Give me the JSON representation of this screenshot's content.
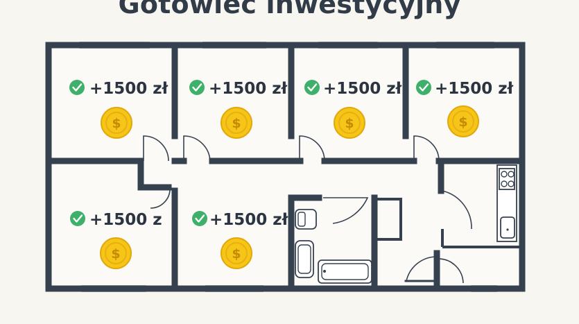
{
  "title": "Gotowiec inwestycyjny",
  "rooms": [
    {
      "income": "+1500 zł",
      "coin_symbol": "$"
    },
    {
      "income": "+1500 zł",
      "coin_symbol": "$"
    },
    {
      "income": "+1500 zł",
      "coin_symbol": "$"
    },
    {
      "income": "+1500 zł",
      "coin_symbol": "$"
    },
    {
      "income": "+1500 z",
      "coin_symbol": "$"
    },
    {
      "income": "+1500 zł",
      "coin_symbol": "$"
    }
  ],
  "icons": {
    "check": "check-circle-icon",
    "coin": "dollar-coin-icon"
  },
  "colors": {
    "walls": "#36414f",
    "background": "#f8f6f1",
    "check": "#3fb06a",
    "coin": "#f5c518",
    "title": "#323c49"
  }
}
